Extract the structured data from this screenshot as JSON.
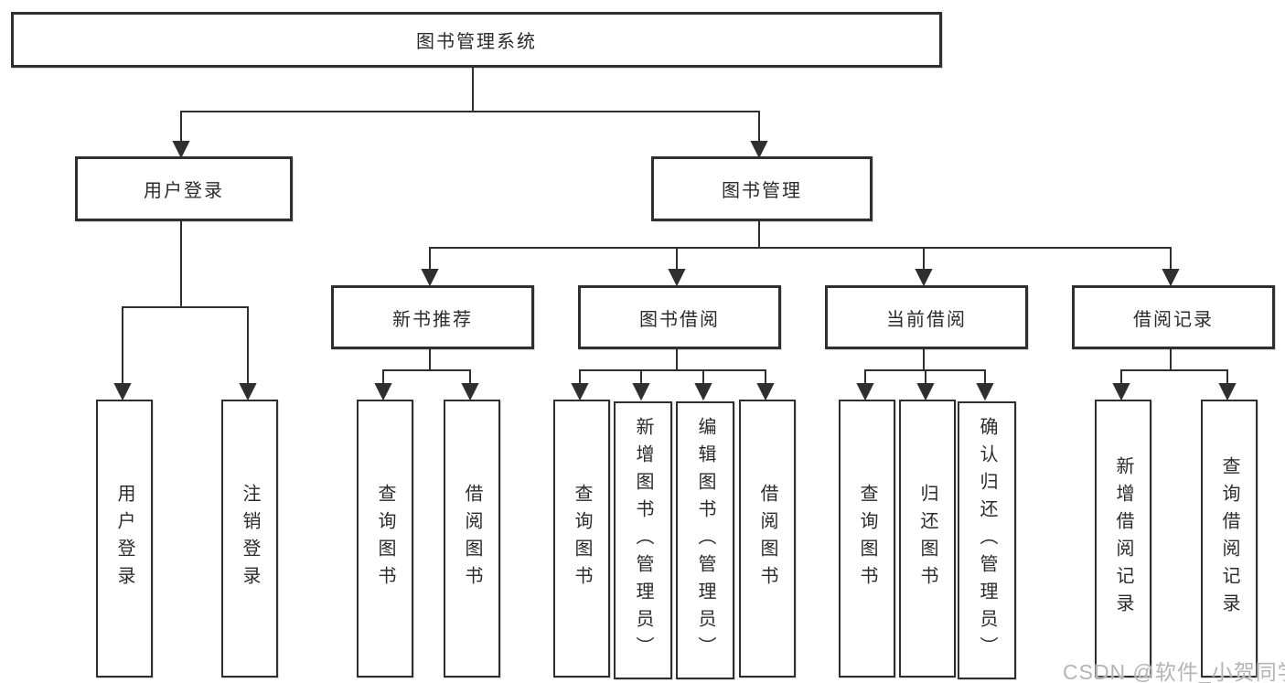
{
  "diagram": {
    "root": "图书管理系统",
    "level1": {
      "user_login": "用户登录",
      "book_mgmt": "图书管理"
    },
    "modules": [
      "新书推荐",
      "图书借阅",
      "当前借阅",
      "借阅记录"
    ],
    "leaves": {
      "login": [
        "用户登录",
        "注销登录"
      ],
      "new_book": [
        "查询图书",
        "借阅图书"
      ],
      "book_borrow": [
        "查询图书",
        "新增图书（管理员）",
        "编辑图书（管理员）",
        "借阅图书"
      ],
      "current_borrow": [
        "查询图书",
        "归还图书",
        "确认归还（管理员）"
      ],
      "borrow_records": [
        "新增借阅记录",
        "查询借阅记录"
      ]
    }
  },
  "colors": {
    "line": "#2f2f2f",
    "box_fill": "#ffffff",
    "text": "#2b2b2b",
    "watermark": "#b4b4b4"
  },
  "watermark": "CSDN @软件_小贺同学"
}
